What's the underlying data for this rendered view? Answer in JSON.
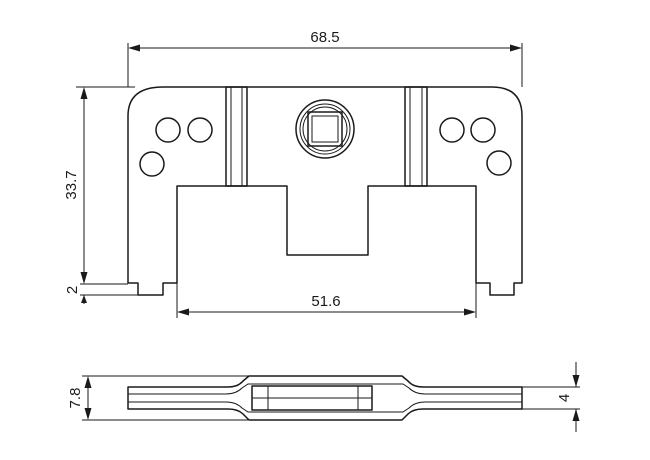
{
  "drawing": {
    "top_view": {
      "overall_width": "68.5",
      "height": "33.7",
      "foot_thickness": "2",
      "slot_width": "51.6"
    },
    "side_view": {
      "overall_thickness": "7.8",
      "end_thickness": "4"
    }
  }
}
